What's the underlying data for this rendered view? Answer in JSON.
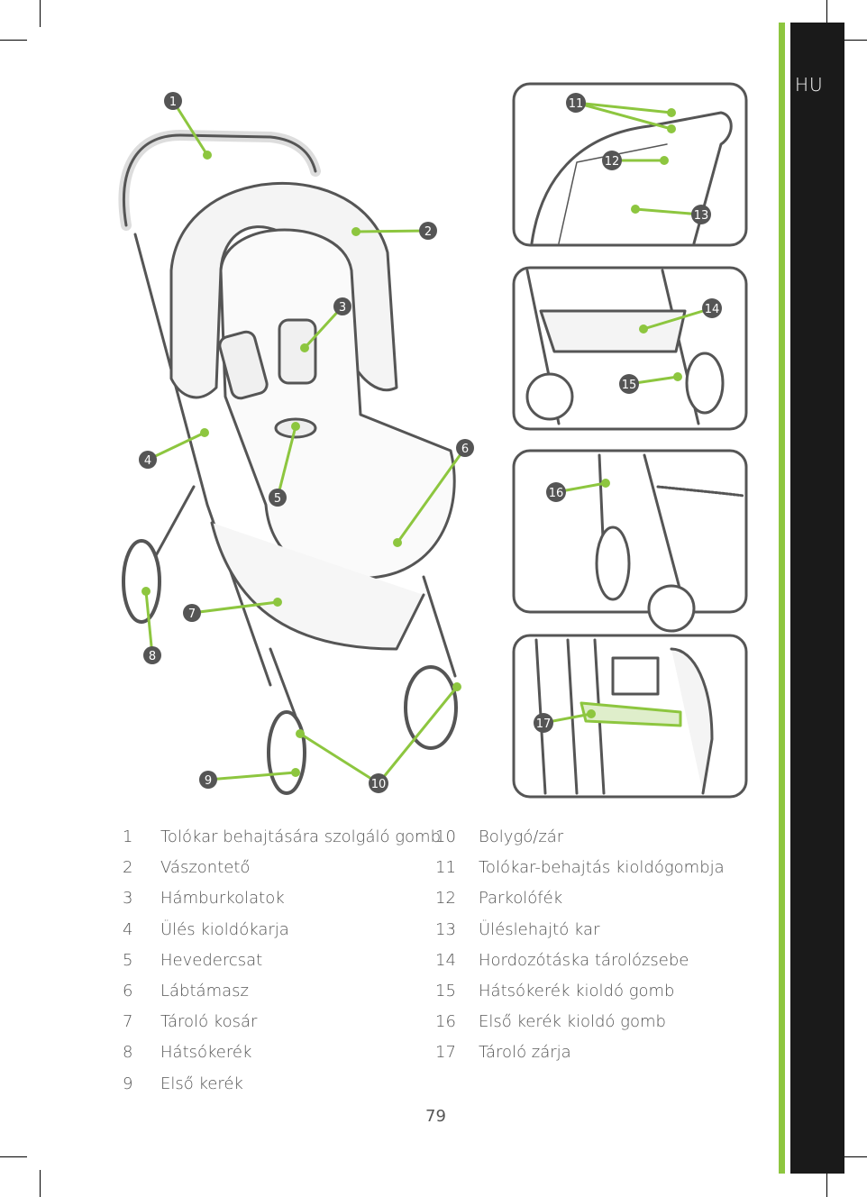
{
  "language_tab": "HU",
  "page_number": "79",
  "callouts": [
    "1",
    "2",
    "3",
    "4",
    "5",
    "6",
    "7",
    "8",
    "9",
    "10",
    "11",
    "12",
    "13",
    "14",
    "15",
    "16",
    "17"
  ],
  "legend": {
    "left": [
      {
        "num": "1",
        "label": "Tolókar behajtására szolgáló gomb"
      },
      {
        "num": "2",
        "label": "Vászontető"
      },
      {
        "num": "3",
        "label": "Hámburkolatok"
      },
      {
        "num": "4",
        "label": "Ülés kioldókarja"
      },
      {
        "num": "5",
        "label": "Hevedercsat"
      },
      {
        "num": "6",
        "label": "Lábtámasz"
      },
      {
        "num": "7",
        "label": "Tároló kosár"
      },
      {
        "num": "8",
        "label": "Hátsókerék"
      },
      {
        "num": "9",
        "label": "Első kerék"
      }
    ],
    "right": [
      {
        "num": "10",
        "label": "Bolygó/zár"
      },
      {
        "num": "11",
        "label": "Tolókar-behajtás kioldógombja"
      },
      {
        "num": "12",
        "label": "Parkolófék"
      },
      {
        "num": "13",
        "label": "Üléslehajtó kar"
      },
      {
        "num": "14",
        "label": "Hordozótáska tárolózsebe"
      },
      {
        "num": "15",
        "label": "Hátsókerék kioldó gomb"
      },
      {
        "num": "16",
        "label": "Első kerék kioldó gomb"
      },
      {
        "num": "17",
        "label": "Tároló zárja"
      }
    ]
  },
  "colors": {
    "accent": "#8dc63f",
    "callout": "#555555",
    "tab": "#1a1a1a"
  }
}
